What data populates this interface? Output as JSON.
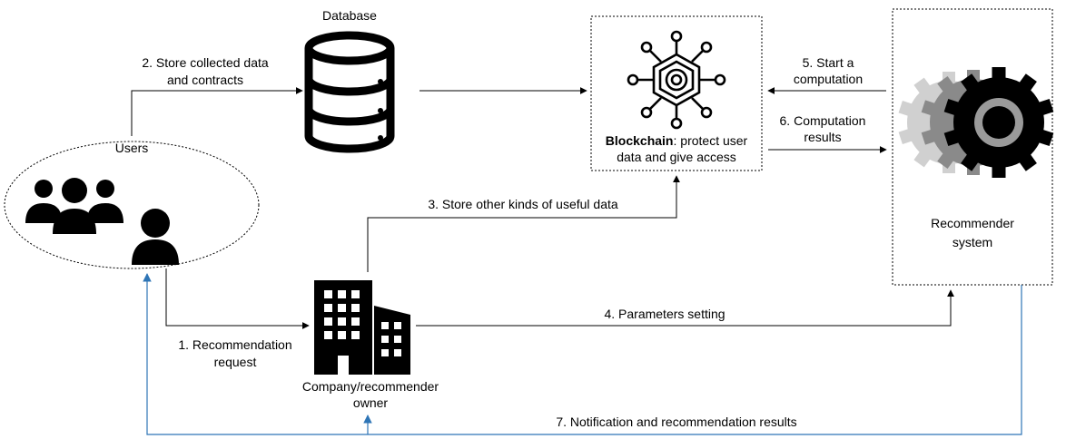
{
  "database": {
    "label": "Database"
  },
  "users": {
    "label": "Users"
  },
  "blockchain": {
    "label_bold": "Blockchain",
    "label_rest": ": protect user",
    "label_line2": "data and give access"
  },
  "recommender": {
    "line1": "Recommender",
    "line2": "system"
  },
  "company": {
    "line1": "Company/recommender",
    "line2": "owner"
  },
  "steps": {
    "s1": {
      "line1": "1. Recommendation",
      "line2": "request"
    },
    "s2": {
      "line1": "2. Store collected data",
      "line2": "and contracts"
    },
    "s3": {
      "line1": "3. Store other kinds of useful data"
    },
    "s4": {
      "line1": "4. Parameters setting"
    },
    "s5": {
      "line1": "5. Start a",
      "line2": "computation"
    },
    "s6": {
      "line1": "6. Computation",
      "line2": "results"
    },
    "s7": {
      "line1": "7. Notification and recommendation results"
    }
  },
  "colors": {
    "line": "#000000",
    "feedback": "#2e75b6",
    "gear_back": "#d0d0d0",
    "gear_mid": "#8a8a8a",
    "gear_front": "#000000"
  }
}
